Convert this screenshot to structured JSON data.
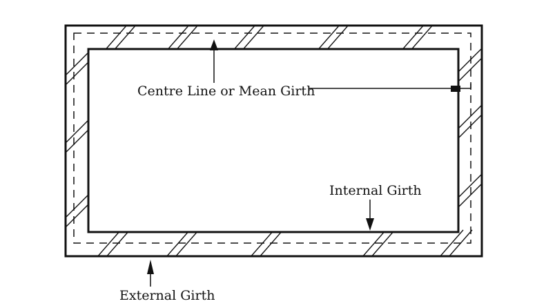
{
  "labels": {
    "centre_line": "Centre Line or Mean Girth",
    "internal": "Internal Girth",
    "external": "External Girth"
  },
  "colors": {
    "stroke": "#111111",
    "background": "#ffffff"
  }
}
